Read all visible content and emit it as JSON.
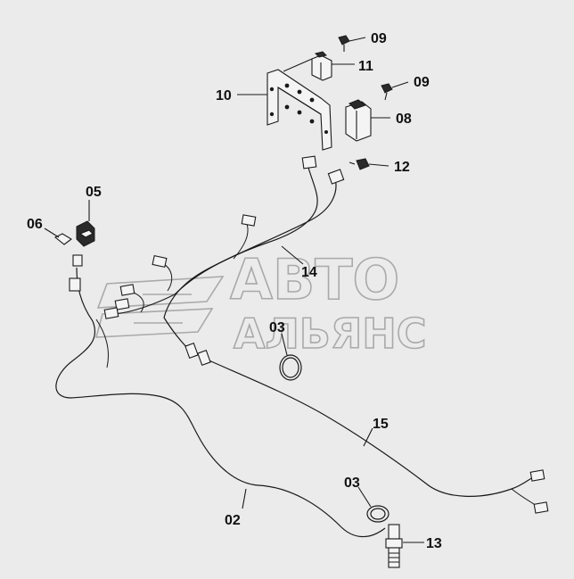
{
  "watermark": {
    "line1": "АВТО",
    "line2": "АЛЬЯНС"
  },
  "callouts": [
    {
      "id": "c09a",
      "text": "09"
    },
    {
      "id": "c11",
      "text": "11"
    },
    {
      "id": "c10",
      "text": "10"
    },
    {
      "id": "c09b",
      "text": "09"
    },
    {
      "id": "c08",
      "text": "08"
    },
    {
      "id": "c12",
      "text": "12"
    },
    {
      "id": "c05",
      "text": "05"
    },
    {
      "id": "c06",
      "text": "06"
    },
    {
      "id": "c14",
      "text": "14"
    },
    {
      "id": "c03a",
      "text": "03"
    },
    {
      "id": "c15",
      "text": "15"
    },
    {
      "id": "c03b",
      "text": "03"
    },
    {
      "id": "c02",
      "text": "02"
    },
    {
      "id": "c13",
      "text": "13"
    }
  ]
}
